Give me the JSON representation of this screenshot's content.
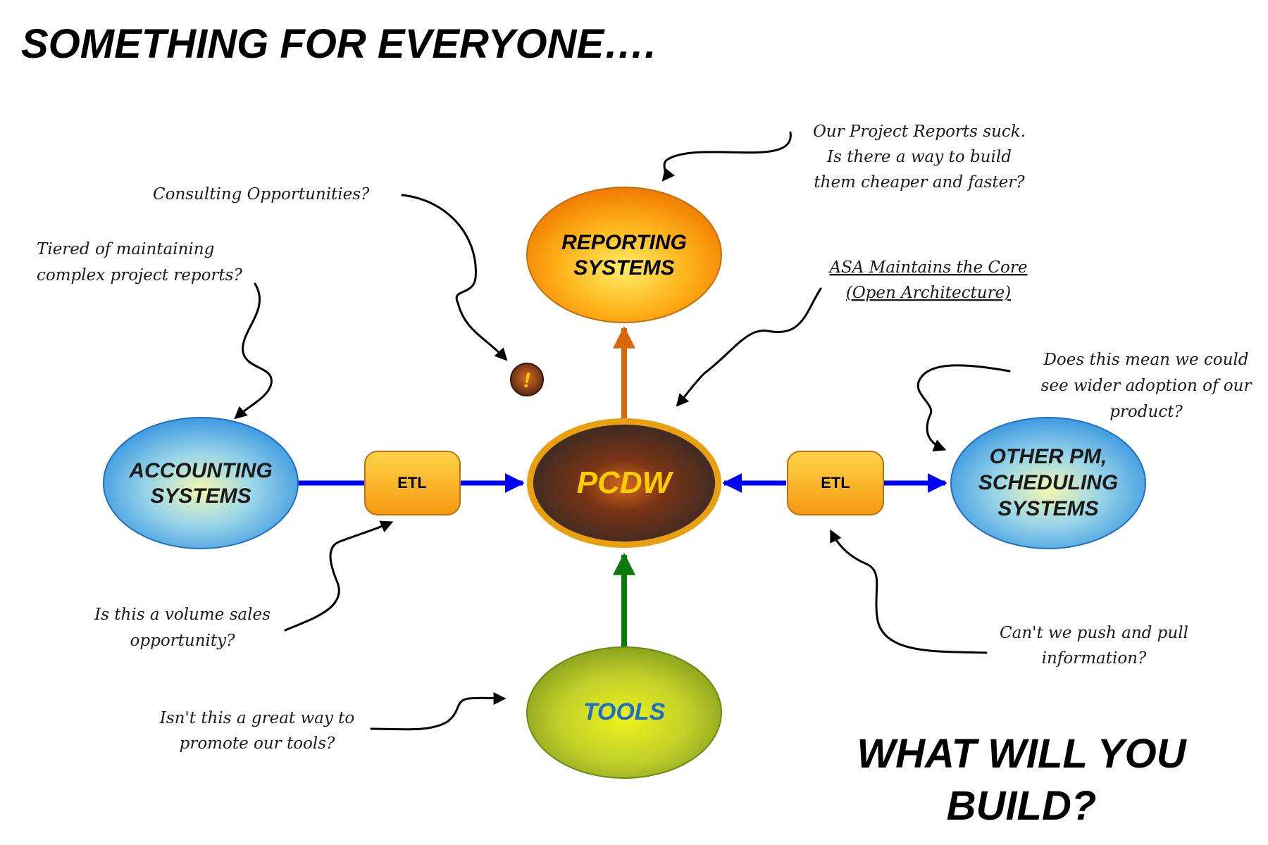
{
  "title": "SOMETHING FOR EVERYONE….",
  "closing": {
    "line1": "WHAT WILL YOU",
    "line2": "BUILD?"
  },
  "nodes": {
    "center": {
      "label": "PCDW"
    },
    "reporting": {
      "line1": "REPORTING",
      "line2": "SYSTEMS"
    },
    "accounting": {
      "line1": "ACCOUNTING",
      "line2": "SYSTEMS"
    },
    "other": {
      "line1": "OTHER PM,",
      "line2": "SCHEDULING",
      "line3": "SYSTEMS"
    },
    "tools": {
      "label": "TOOLS"
    },
    "etl_left": {
      "label": "ETL"
    },
    "etl_right": {
      "label": "ETL"
    },
    "alert": {
      "label": "!"
    }
  },
  "notes": {
    "reports": [
      "Our Project Reports suck.",
      "Is there a way to build",
      "them cheaper and faster?"
    ],
    "consulting": [
      "Consulting Opportunities?"
    ],
    "tiered": [
      "Tiered of maintaining",
      "complex project reports?"
    ],
    "asa": [
      "ASA Maintains the Core",
      "(Open Architecture)"
    ],
    "adoption": [
      "Does this mean we could",
      "see wider adoption of our",
      "product?"
    ],
    "volume": [
      "Is this a volume sales",
      "opportunity?"
    ],
    "push_pull": [
      "Can't we push and pull",
      "information?"
    ],
    "promote": [
      "Isn't this a great way to",
      "promote our tools?"
    ]
  },
  "colors": {
    "accent_blue": "#0000ff",
    "accent_orange": "#d9680a",
    "accent_green": "#0a7a0a",
    "center_text": "#ffcc00",
    "tools_text": "#1a6fc4"
  }
}
